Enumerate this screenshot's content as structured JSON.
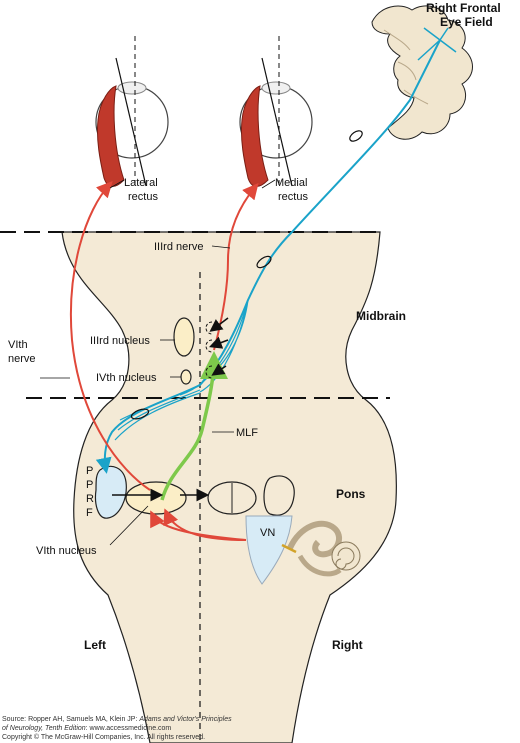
{
  "labels": {
    "right_frontal_1": "Right Frontal",
    "right_frontal_2": "Eye Field",
    "lateral_1": "Lateral",
    "lateral_2": "rectus",
    "medial_1": "Medial",
    "medial_2": "rectus",
    "iiird_nerve": "IIIrd nerve",
    "midbrain": "Midbrain",
    "iiird_nucleus": "IIIrd nucleus",
    "ivth_nucleus": "IVth nucleus",
    "vith_nerve_1": "VIth",
    "vith_nerve_2": "nerve",
    "mlf": "MLF",
    "pons": "Pons",
    "pprf_p1": "P",
    "pprf_p2": "P",
    "pprf_r": "R",
    "pprf_f": "F",
    "vn": "VN",
    "vith_nucleus": "VIth nucleus",
    "left": "Left",
    "right": "Right"
  },
  "source": {
    "line1_pre": "Source: Ropper AH, Samuels MA, Klein JP: ",
    "line1_title": "Adams and Victor's Principles",
    "line2_title": "of Neurology, Tenth Edition",
    "line2_post": ": www.accessmedicine.com",
    "line3": "Copyright © The McGraw-Hill Companies, Inc. All rights reserved."
  },
  "colors": {
    "brainstem": "#f4ead6",
    "nucleus_fill": "#fbeec7",
    "pprf_fill": "#d7ebf6",
    "cyan_path": "#1aa3c9",
    "red_path": "#e0483a",
    "green_path": "#7ec94b",
    "muscle": "#c0392b",
    "cortex": "#f1e6cf"
  }
}
